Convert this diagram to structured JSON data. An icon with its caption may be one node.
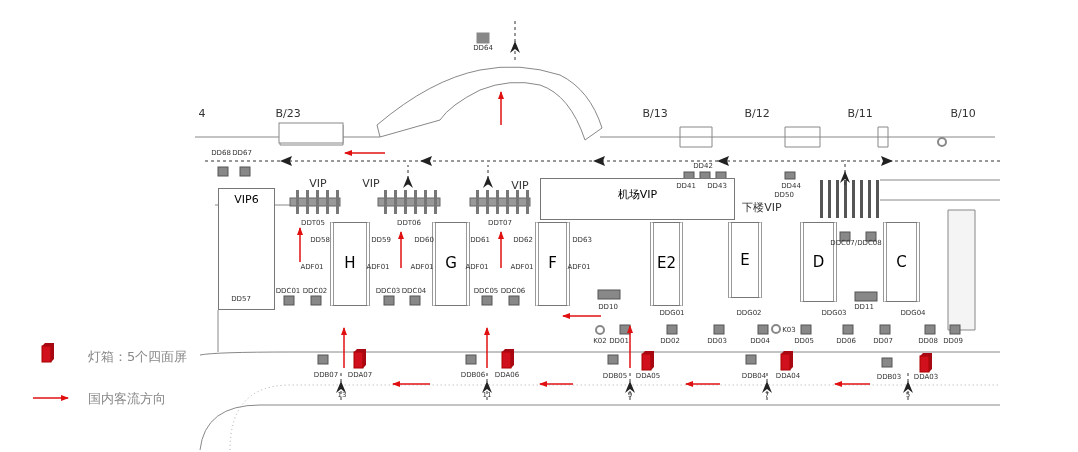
{
  "diagram": {
    "nodes": [
      {
        "text": [
          "VIP6"
        ]
      },
      {
        "text": [
          "机场VIP"
        ]
      },
      {
        "text": [
          "H"
        ]
      },
      {
        "text": [
          "G"
        ]
      },
      {
        "text": [
          "F"
        ]
      },
      {
        "text": [
          "E2"
        ]
      },
      {
        "text": [
          "E"
        ]
      },
      {
        "text": [
          "D"
        ]
      },
      {
        "text": [
          "C"
        ]
      }
    ],
    "labels": [
      "DD64",
      "4",
      "B/23",
      "B/13",
      "B/12",
      "B/11",
      "B/10",
      "DD68",
      "DD67",
      "DD42",
      "VIP",
      "VIP",
      "VIP",
      "DD41",
      "DD43",
      "DD44",
      "DD50",
      "下楼VIP",
      "DDT05",
      "DDT06",
      "DDT07",
      "DD58",
      "DD59",
      "DD60",
      "DD61",
      "DD62",
      "DD63",
      "DDC07/DDC08",
      "ADF01",
      "ADF01",
      "ADF01",
      "ADF01",
      "ADF01",
      "ADF01",
      "DDC01",
      "DDC02",
      "DDC03",
      "DDC04",
      "DDC05",
      "DDC06",
      "DD57",
      "DD10",
      "DD11",
      "DDG01",
      "DDG02",
      "DDG03",
      "DDG04",
      "K03",
      "K02",
      "DD01",
      "DD02",
      "DD03",
      "DD04",
      "DD05",
      "DD06",
      "DD07",
      "DD08",
      "DD09",
      "DDB07",
      "DDA07",
      "DDB06",
      "DDA06",
      "DDB05",
      "DDA05",
      "DDB04",
      "DDA04",
      "DDB03",
      "DDA03",
      "13",
      "11",
      "9",
      "7",
      "5"
    ],
    "legend": [
      {
        "text": "灯箱：5个四面屏"
      },
      {
        "text": "国内客流方向"
      }
    ]
  }
}
